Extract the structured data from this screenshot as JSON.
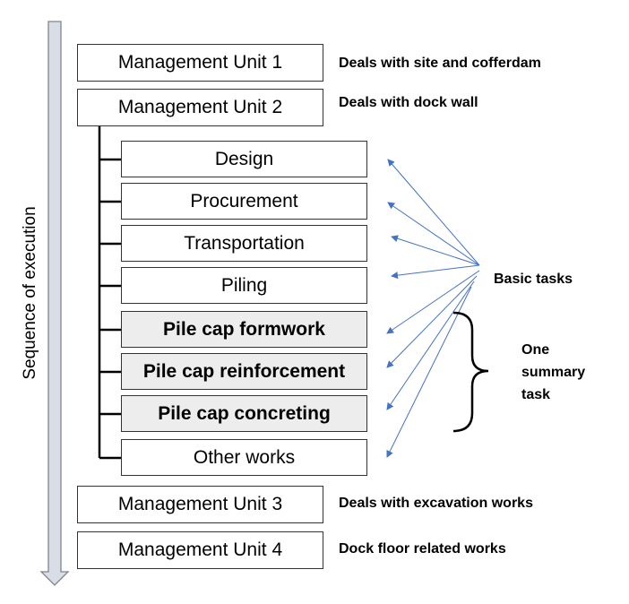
{
  "axis_label": "Sequence of execution",
  "units": [
    {
      "label": "Management Unit 1",
      "note": "Deals with site and cofferdam"
    },
    {
      "label": "Management Unit 2",
      "note": "Deals with dock wall"
    },
    {
      "label": "Management Unit 3",
      "note": "Deals with excavation works"
    },
    {
      "label": "Management Unit 4",
      "note": "Dock floor related works"
    }
  ],
  "tasks": [
    {
      "label": "Design",
      "summary": false
    },
    {
      "label": "Procurement",
      "summary": false
    },
    {
      "label": "Transportation",
      "summary": false
    },
    {
      "label": "Piling",
      "summary": false
    },
    {
      "label": "Pile cap formwork",
      "summary": true
    },
    {
      "label": "Pile cap reinforcement",
      "summary": true
    },
    {
      "label": "Pile cap concreting",
      "summary": true
    },
    {
      "label": "Other works",
      "summary": false
    }
  ],
  "annotations": {
    "basic_tasks": "Basic tasks",
    "summary_line1": "One",
    "summary_line2": "summary",
    "summary_line3": "task"
  },
  "colors": {
    "arrow_fill": "#d9dde6",
    "arrow_stroke": "#7f8491",
    "pointer_lines": "#4472c4",
    "summary_fill": "#ededed"
  }
}
